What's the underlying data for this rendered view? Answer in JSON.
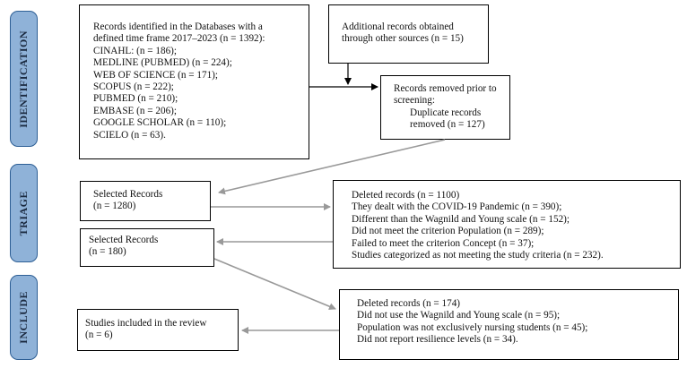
{
  "phases": {
    "identification": "IDENTIFICATION",
    "triage": "TRIAGE",
    "include": "INCLUDE"
  },
  "boxes": {
    "databases": {
      "lines": [
        "Records identified in the Databases with a",
        "defined time frame 2017–2023 (n = 1392):",
        "CINAHL: (n = 186);",
        "MEDLINE (PUBMED) (n = 224);",
        "WEB OF SCIENCE (n = 171);",
        "SCOPUS (n = 222);",
        "PUBMED (n = 210);",
        "EMBASE (n = 206);",
        "GOOGLE SCHOLAR (n = 110);",
        "SCIELO (n = 63)."
      ]
    },
    "other_sources": {
      "lines": [
        "Additional records obtained",
        "through other sources (n = 15)"
      ]
    },
    "removed": {
      "lines": [
        "Records removed prior to",
        "screening:",
        "Duplicate records",
        "removed (n = 127)"
      ]
    },
    "selected_1": {
      "lines": [
        "Selected Records",
        "(n = 1280)"
      ]
    },
    "deleted_1": {
      "lines": [
        "Deleted records (n = 1100)",
        "They dealt with the COVID-19 Pandemic (n = 390);",
        "Different than the Wagnild and Young scale (n = 152);",
        "Did not meet the criterion Population (n = 289);",
        "Failed to meet the criterion Concept (n = 37);",
        "Studies categorized as not meeting the study criteria (n = 232)."
      ]
    },
    "selected_2": {
      "lines": [
        "Selected Records",
        "(n = 180)"
      ]
    },
    "deleted_2": {
      "lines": [
        "Deleted records (n = 174)",
        "Did not use the Wagnild and Young scale (n = 95);",
        "Population was not exclusively nursing students (n = 45);",
        "Did not report resilience levels (n = 34)."
      ]
    },
    "included": {
      "lines": [
        "Studies included in the review",
        "(n = 6)"
      ]
    }
  },
  "colors": {
    "phase_fill": "#8fb2d8",
    "phase_border": "#2e5f95",
    "arrow_black": "#000000",
    "arrow_gray": "#999999"
  }
}
